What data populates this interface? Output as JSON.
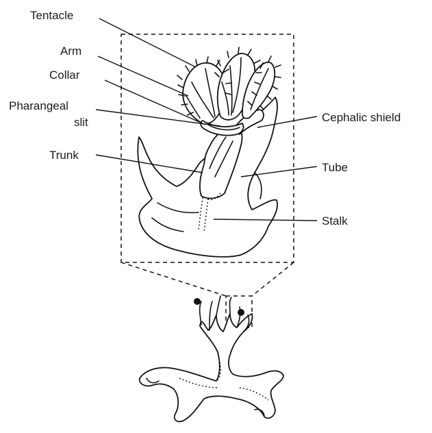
{
  "labels": {
    "tentacle": "Tentacle",
    "arm": "Arm",
    "collar": "Collar",
    "pharangeal_line1": "Pharangeal",
    "pharangeal_line2": "slit",
    "trunk": "Trunk",
    "cephalic_shield": "Cephalic shield",
    "tube": "Tube",
    "stalk": "Stalk"
  }
}
